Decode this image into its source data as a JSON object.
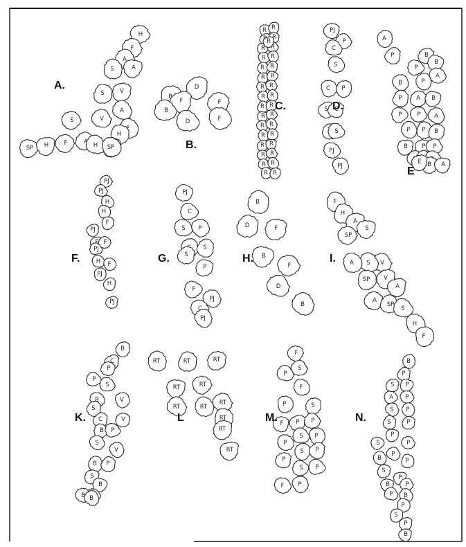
{
  "figure": {
    "colors": {
      "ink": "#1a1a1a",
      "paper": "#ffffff"
    },
    "panels": [
      {
        "id": "A",
        "letter": "A.",
        "cells": [
          "SP",
          "H",
          "F",
          "A",
          "S",
          "S",
          "V",
          "A",
          "S",
          "V",
          "A",
          "F",
          "H",
          "SP",
          "H",
          "F",
          "A",
          "H",
          "SP"
        ]
      },
      {
        "id": "B",
        "letter": "B.",
        "cells": [
          "B",
          "D",
          "F",
          "F",
          "B",
          "D",
          "F"
        ]
      },
      {
        "id": "C",
        "letter": "C.",
        "cells": [
          "R",
          "R",
          "R",
          "R",
          "R",
          "R",
          "R",
          "R",
          "R",
          "R",
          "R",
          "R",
          "R",
          "R",
          "R",
          "R",
          "R",
          "R",
          "R",
          "R",
          "R",
          "R",
          "R",
          "R",
          "R",
          "R",
          "R",
          "R",
          "R",
          "R",
          "R",
          "R",
          "R"
        ]
      },
      {
        "id": "D",
        "letter": "D.",
        "cells": [
          "PJ",
          "P",
          "C",
          "S",
          "C",
          "P",
          "S",
          "C",
          "P",
          "S",
          "PJ",
          "PJ"
        ]
      },
      {
        "id": "E",
        "letter": "E",
        "cells": [
          "A",
          "P",
          "B",
          "B",
          "P",
          "A",
          "B",
          "P",
          "P",
          "A",
          "B",
          "P",
          "P",
          "A",
          "P",
          "P",
          "B",
          "B",
          "P",
          "P",
          "B",
          "A",
          "P",
          "B",
          "E",
          "A"
        ]
      },
      {
        "id": "F",
        "letter": "F.",
        "cells": [
          "PJ",
          "PJ",
          "H",
          "H",
          "F",
          "PJ",
          "F",
          "F",
          "PJ",
          "H",
          "F",
          "PJ",
          "H",
          "PJ"
        ]
      },
      {
        "id": "G",
        "letter": "G.",
        "cells": [
          "PJ",
          "C",
          "S",
          "P",
          "C",
          "S",
          "S",
          "P",
          "F",
          "C",
          "PJ",
          "PJ"
        ]
      },
      {
        "id": "H",
        "letter": "H.",
        "cells": [
          "B",
          "D",
          "F",
          "B",
          "F",
          "D",
          "B"
        ]
      },
      {
        "id": "I",
        "letter": "I.",
        "cells": [
          "F",
          "H",
          "A",
          "S",
          "SP",
          "V",
          "S",
          "A",
          "SP",
          "V",
          "A",
          "A",
          "SP",
          "S",
          "H",
          "F"
        ]
      },
      {
        "id": "K",
        "letter": "K.",
        "cells": [
          "B",
          "C",
          "P",
          "P",
          "S",
          "B",
          "V",
          "S",
          "C",
          "V",
          "B",
          "P",
          "S",
          "V",
          "B",
          "P",
          "S",
          "B",
          "P",
          "B",
          "B"
        ]
      },
      {
        "id": "L",
        "letter": "L",
        "cells": [
          "RT",
          "RT",
          "RT",
          "RT",
          "RT",
          "RT",
          "RT",
          "RT",
          "RT",
          "RT",
          "RT"
        ]
      },
      {
        "id": "M",
        "letter": "M.",
        "cells": [
          "F",
          "S",
          "P",
          "F",
          "P",
          "S",
          "P",
          "F",
          "P",
          "S",
          "P",
          "P",
          "S",
          "P",
          "P",
          "S",
          "P",
          "F",
          "P"
        ]
      },
      {
        "id": "N",
        "letter": "N.",
        "cells": [
          "B",
          "P",
          "S",
          "P",
          "A",
          "P",
          "S",
          "P",
          "S",
          "P",
          "P",
          "S",
          "P",
          "P",
          "B",
          "P",
          "S",
          "P",
          "B",
          "P",
          "P",
          "B",
          "P",
          "S",
          "P",
          "B"
        ]
      }
    ]
  }
}
